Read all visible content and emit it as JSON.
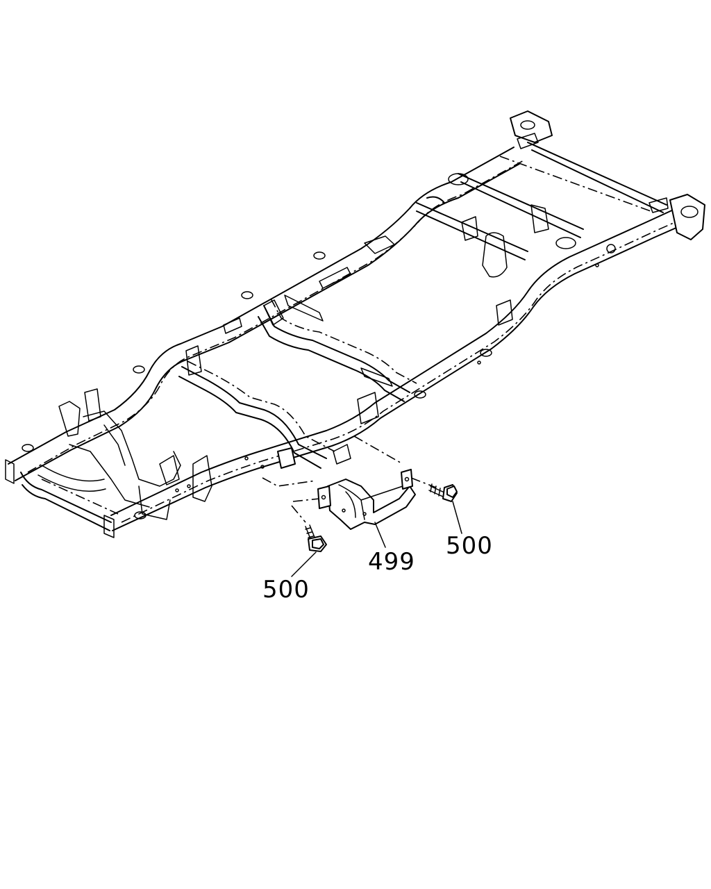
{
  "callouts": {
    "bracket": "499",
    "bolt_right": "500",
    "bolt_left": "500"
  }
}
